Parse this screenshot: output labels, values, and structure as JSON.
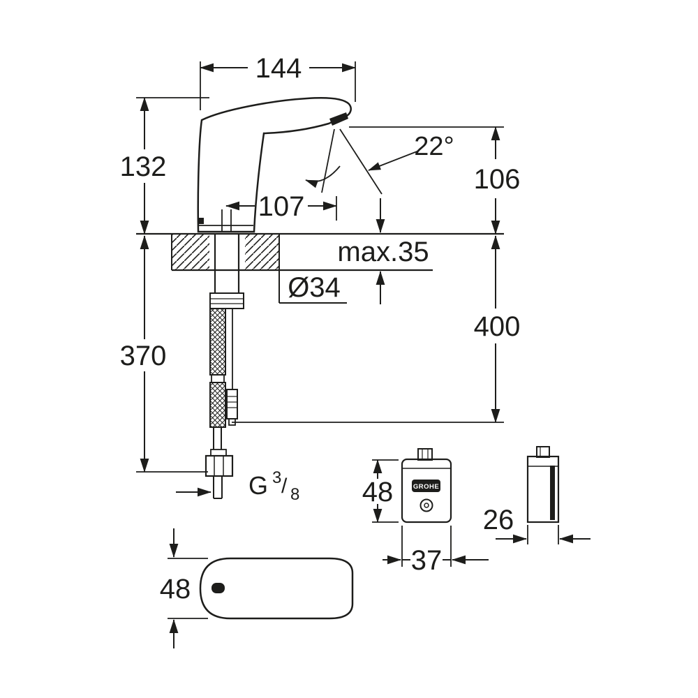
{
  "diagram": {
    "type": "technical-dimension-drawing",
    "subject": "electronic-basin-faucet-with-control-box",
    "colors": {
      "line": "#1d1d1b",
      "background": "#ffffff"
    },
    "dimensions": {
      "spout_reach": "144",
      "body_height": "132",
      "spray_angle": "22°",
      "outlet_height": "106",
      "center_to_outlet": "107",
      "deck_max": "max.35",
      "hole_diameter": "Ø34",
      "hose_length": "400",
      "under_deck_length": "370",
      "box_height": "48",
      "box_width": "37",
      "box_depth": "26",
      "plate_height": "48"
    },
    "thread": {
      "g": "G",
      "numerator": "3",
      "slash": "/",
      "denominator": "8"
    },
    "labels": {
      "brand": "GROHE"
    }
  }
}
